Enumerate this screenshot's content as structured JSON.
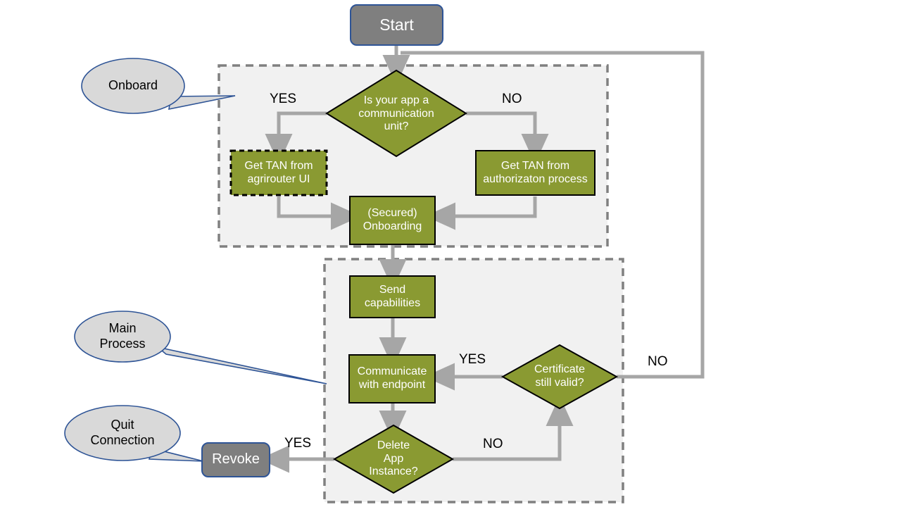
{
  "diagram": {
    "title": "agrirouter app lifecycle flowchart",
    "colors": {
      "process_fill": "#8a9a32",
      "process_stroke": "#000000",
      "terminator_fill": "#7f7f7f",
      "terminator_stroke": "#2e5496",
      "container_fill": "#f1f1f1",
      "container_stroke": "#808080",
      "connector": "#a6a6a6",
      "callout_fill": "#d9d9d9",
      "callout_stroke": "#2e5496",
      "text_on_shape": "#ffffff",
      "text_plain": "#000000"
    },
    "containers": [
      {
        "id": "onboard-group",
        "name": "Onboard"
      },
      {
        "id": "main-process-group",
        "name": "Main Process"
      }
    ],
    "callouts": [
      {
        "id": "onboard-callout",
        "text": "Onboard"
      },
      {
        "id": "main-process-callout",
        "text": "Main\nProcess"
      },
      {
        "id": "quit-connection-callout",
        "text": "Quit\nConnection"
      }
    ],
    "nodes": [
      {
        "id": "start",
        "type": "terminator",
        "text": "Start"
      },
      {
        "id": "is-comm-unit",
        "type": "decision",
        "text": "Is your app a\ncommunication\nunit?"
      },
      {
        "id": "get-tan-ui",
        "type": "process-dashed",
        "text": "Get TAN from\nagrirouter UI"
      },
      {
        "id": "get-tan-auth",
        "type": "process",
        "text": "Get TAN from\nauthorizaton process"
      },
      {
        "id": "secured-onboarding",
        "type": "process",
        "text": "(Secured)\nOnboarding"
      },
      {
        "id": "send-capabilities",
        "type": "process",
        "text": "Send\ncapabilities"
      },
      {
        "id": "communicate-endpoint",
        "type": "process",
        "text": "Communicate\nwith endpoint"
      },
      {
        "id": "certificate-valid",
        "type": "decision",
        "text": "Certificate\nstill valid?"
      },
      {
        "id": "delete-app-instance",
        "type": "decision",
        "text": "Delete\nApp\nInstance?"
      },
      {
        "id": "revoke",
        "type": "terminator",
        "text": "Revoke"
      }
    ],
    "edge_labels": [
      {
        "id": "yes-comm-unit",
        "text": "YES"
      },
      {
        "id": "no-comm-unit",
        "text": "NO"
      },
      {
        "id": "yes-certificate",
        "text": "YES"
      },
      {
        "id": "no-certificate",
        "text": "NO"
      },
      {
        "id": "no-delete",
        "text": "NO"
      },
      {
        "id": "yes-delete",
        "text": "YES"
      }
    ]
  }
}
